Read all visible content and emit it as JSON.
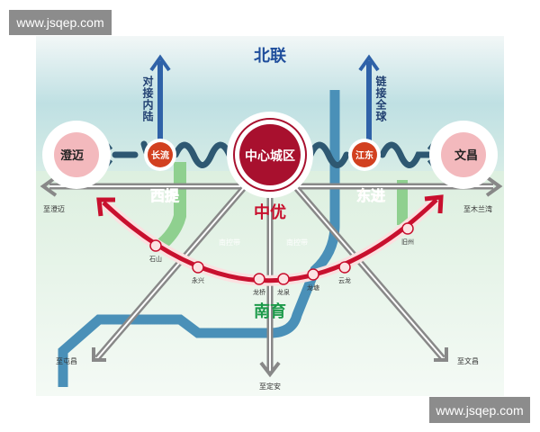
{
  "watermarks": [
    "www.jsqep.com",
    "www.jsqep.com"
  ],
  "labels": {
    "north": "北联",
    "to_inland": "对接内陆",
    "to_global": "链接全球",
    "chengmai": "澄迈",
    "changliu": "长流",
    "center": "中心城区",
    "jiangdong": "江东",
    "wenchang": "文昌",
    "west": "西提",
    "east": "东进",
    "mid": "中优",
    "south": "南育",
    "to_chengmai": "至澄迈",
    "to_mulanwan": "至木兰湾",
    "to_dingan": "至定安",
    "to_wenchang": "至文昌",
    "to_tunchang": "至屯昌",
    "south_belt_1": "南控带",
    "south_belt_2": "南控带"
  },
  "stations": [
    "石山",
    "永兴",
    "龙桥",
    "龙泉",
    "龙塘",
    "云龙",
    "旧州"
  ],
  "colors": {
    "red": "#c8102e",
    "navy": "#1f4e79",
    "blue_river": "#4a90b8",
    "green": "#8fd08f",
    "orange": "#e8a33a"
  }
}
